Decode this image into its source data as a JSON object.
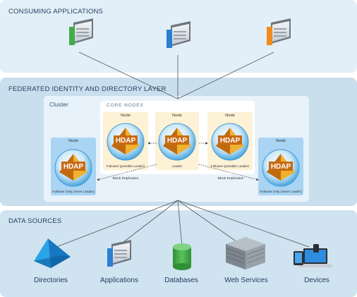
{
  "sections": {
    "consuming": "CONSUMING APPLICATIONS",
    "federated": "FEDERATED IDENTITY AND DIRECTORY LAYER",
    "sources": "DATA SOURCES"
  },
  "cluster": {
    "title": "Cluster",
    "core_title": "CORE NODES"
  },
  "nodes": {
    "core_left": {
      "title": "Node",
      "logo": "HDAP",
      "role": "Follower (possible Leader)"
    },
    "core_center": {
      "title": "Node",
      "logo": "HDAP",
      "role": "Leader"
    },
    "core_right": {
      "title": "Node",
      "logo": "HDAP",
      "role": "Follower (possible Leader)"
    },
    "side_left": {
      "title": "Node",
      "logo": "HDAP",
      "role": "Follower Only (never Leader)"
    },
    "side_right": {
      "title": "Node",
      "logo": "HDAP",
      "role": "Follower Only (never Leader)"
    }
  },
  "replication": {
    "left": "Block Replication",
    "right": "Block Replication"
  },
  "sources": [
    "Directories",
    "Applications",
    "Databases",
    "Web Services",
    "Devices"
  ],
  "colors": {
    "band_top": "#e3eff8",
    "band_mid": "#c9dfee",
    "band_bot": "#cfe3f1",
    "app_green": "#3fae49",
    "app_blue": "#2b7fd1",
    "app_orange": "#f08a1c",
    "directory_blue": "#1e8fd6",
    "database_green": "#3aa33e",
    "hdap_orange": "#e08a1e"
  },
  "icons": {
    "apps": [
      "application-window-icon",
      "application-window-icon",
      "application-window-icon"
    ],
    "sources": [
      "directory-prism-icon",
      "application-window-icon",
      "database-cylinder-icon",
      "server-stack-icon",
      "devices-icon"
    ]
  }
}
